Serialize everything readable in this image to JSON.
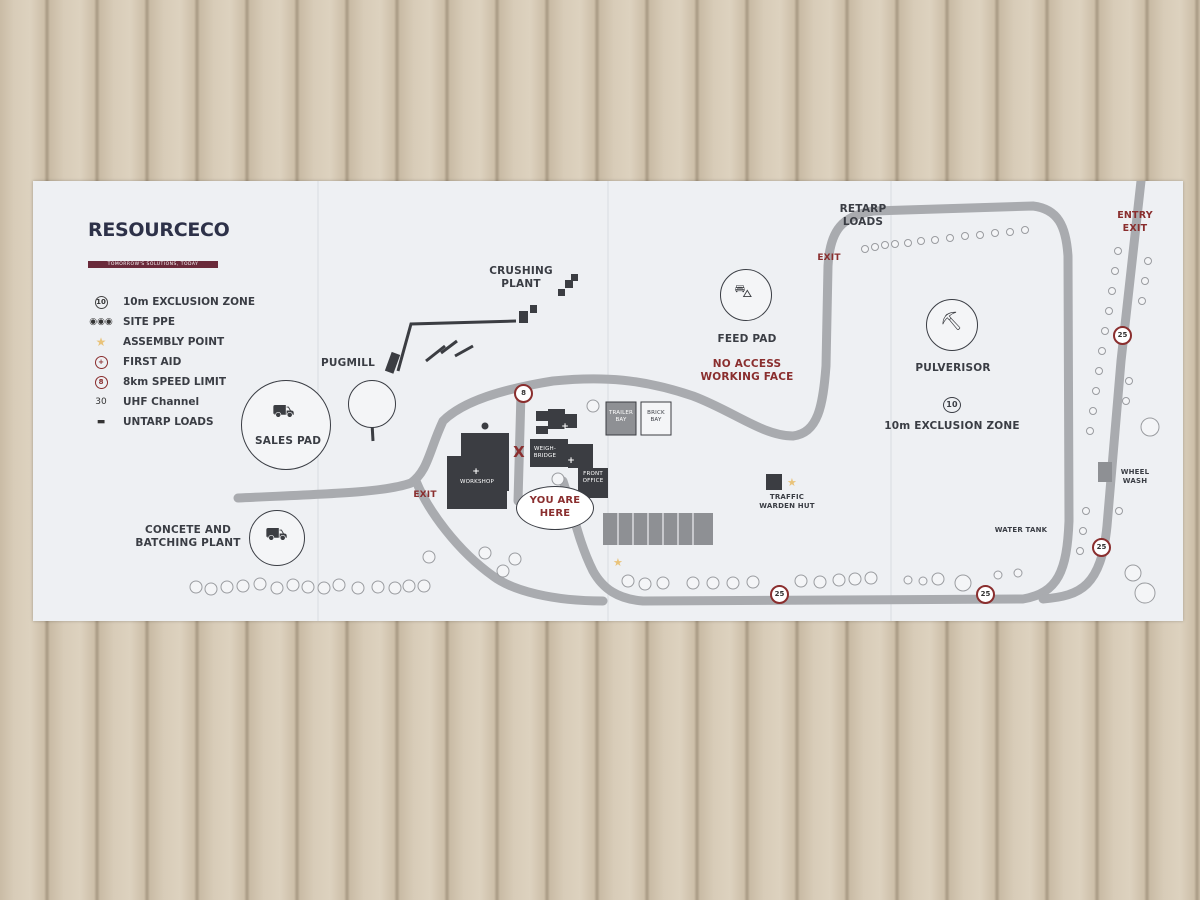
{
  "brand": {
    "name": "RESOURCECO",
    "tagline": "TOMORROW'S SOLUTIONS, TODAY"
  },
  "legend": [
    {
      "icon": "exclusion-zone-icon",
      "symbol": "10",
      "label": "10m EXCLUSION ZONE"
    },
    {
      "icon": "ppe-icon",
      "symbol": "◉◉◉",
      "label": "SITE PPE"
    },
    {
      "icon": "assembly-point-icon",
      "symbol": "★",
      "label": "ASSEMBLY POINT"
    },
    {
      "icon": "first-aid-icon",
      "symbol": "+",
      "label": "FIRST AID"
    },
    {
      "icon": "speed-limit-icon",
      "symbol": "8",
      "label": "8km SPEED LIMIT"
    },
    {
      "icon": "uhf-channel-icon",
      "symbol": "30",
      "label": "UHF Channel"
    },
    {
      "icon": "truck-icon",
      "symbol": "▬",
      "label": "UNTARP LOADS"
    }
  ],
  "areas": {
    "crushing_plant": "CRUSHING\nPLANT",
    "pugmill": "PUGMILL",
    "sales_pad": "SALES PAD",
    "concrete": "CONCETE AND\nBATCHING PLANT",
    "feed_pad": "FEED PAD",
    "no_access": "NO ACCESS\nWORKING FACE",
    "pulverisor": "PULVERISOR",
    "exclusion_zone": "10m EXCLUSION ZONE",
    "exclusion_num": "10",
    "retarp": "RETARP\nLOADS",
    "entry_exit": "ENTRY\nEXIT",
    "wheel_wash": "WHEEL\nWASH",
    "water_tank": "WATER TANK",
    "traffic_warden": "TRAFFIC\nWARDEN HUT",
    "you_are_here": "YOU ARE\nHERE",
    "workshop": "WORKSHOP",
    "weighbridge": "WEIGH-\nBRIDGE",
    "front_office": "FRONT\nOFFICE",
    "trailer_bay": "TRAILER\nBAY",
    "brick_bay": "BRICK\nBAY",
    "exit": "EXIT",
    "marker_x": "X"
  },
  "speed_signs": [
    "8",
    "25",
    "25",
    "25",
    "25"
  ],
  "colors": {
    "road": "#a9abaf",
    "building": "#3b3d42",
    "accent": "#8a2e2e",
    "panel": "#eef0f3"
  }
}
